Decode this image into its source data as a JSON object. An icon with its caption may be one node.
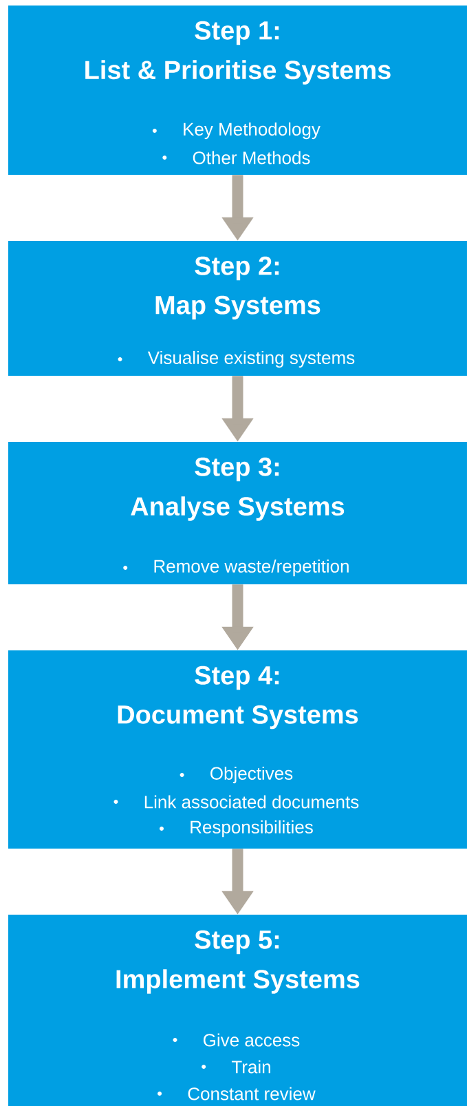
{
  "diagram": {
    "nodes": [
      {
        "text": [
          "Step 1:",
          "List & Prioritise Systems",
          "Key Methodology",
          "Other Methods"
        ]
      },
      {
        "text": [
          "Step 2:",
          "Map Systems",
          "Visualise existing systems"
        ]
      },
      {
        "text": [
          "Step 3:",
          "Analyse Systems",
          "Remove waste/repetition"
        ]
      },
      {
        "text": [
          "Step 4:",
          "Document Systems",
          "Objectives",
          "Link associated documents",
          "Responsibilities"
        ]
      },
      {
        "text": [
          "Step 5:",
          "Implement Systems",
          "Give access",
          "Train",
          "Constant review"
        ]
      }
    ],
    "edges": [
      {
        "from": 0,
        "to": 1,
        "arrow": "to"
      },
      {
        "from": 1,
        "to": 2,
        "arrow": "to"
      },
      {
        "from": 2,
        "to": 3,
        "arrow": "to"
      },
      {
        "from": 3,
        "to": 4,
        "arrow": "to"
      }
    ]
  }
}
